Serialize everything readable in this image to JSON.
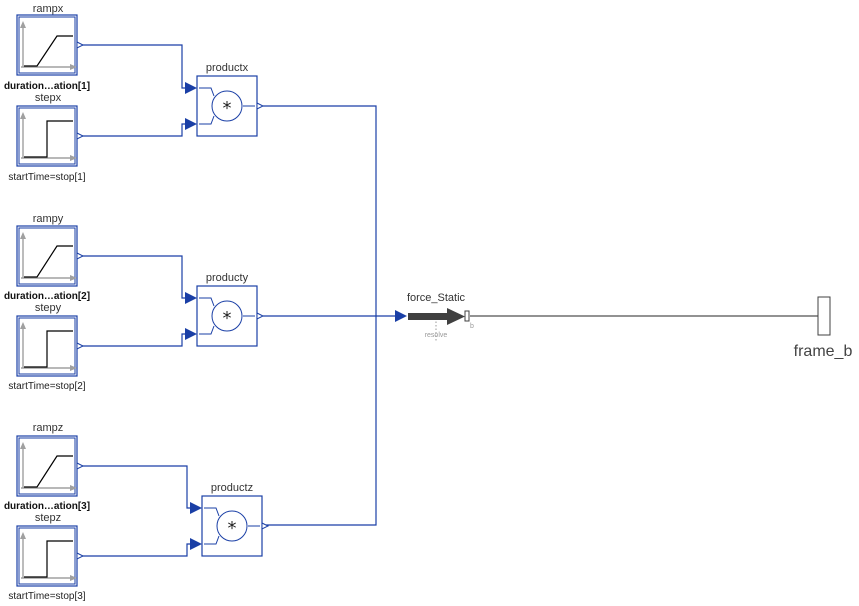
{
  "diagram": {
    "blocks": {
      "rampx": {
        "name": "rampx",
        "param": "duration…ation[1]"
      },
      "stepx": {
        "name": "stepx",
        "param": "startTime=stop[1]"
      },
      "rampy": {
        "name": "rampy",
        "param": "duration…ation[2]"
      },
      "stepy": {
        "name": "stepy",
        "param": "startTime=stop[2]"
      },
      "rampz": {
        "name": "rampz",
        "param": "duration…ation[3]"
      },
      "stepz": {
        "name": "stepz",
        "param": "startTime=stop[3]"
      },
      "productx": {
        "name": "productx",
        "symbol": "*"
      },
      "producty": {
        "name": "producty",
        "symbol": "*"
      },
      "productz": {
        "name": "productz",
        "symbol": "*"
      },
      "force": {
        "name": "force_Static",
        "resolve_label": "resolve",
        "port_label": "b"
      },
      "frame_b": {
        "name": "frame_b"
      }
    },
    "colors": {
      "signal_connection": "#1a3fa6",
      "mechanical_connection": "#505050",
      "plot_axes": "#a0a0a0"
    }
  }
}
